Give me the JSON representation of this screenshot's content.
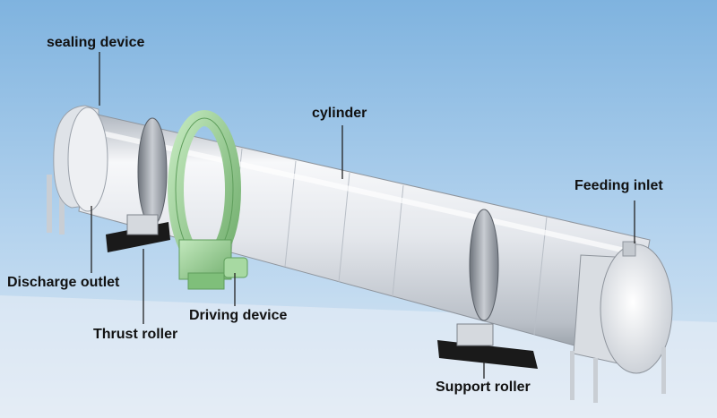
{
  "labels": {
    "sealing_device": "sealing device",
    "cylinder": "cylinder",
    "feeding_inlet": "Feeding inlet",
    "discharge_outlet": "Discharge outlet",
    "thrust_roller": "Thrust roller",
    "driving_device": "Driving device",
    "support_roller": "Support roller"
  },
  "colors": {
    "background_top": "#9fc7e6",
    "background_bottom": "#cfe3f3",
    "floor": "#e6edf3",
    "cylinder_light": "#f6f7f9",
    "cylinder_mid": "#d7dbe1",
    "cylinder_dark": "#9ea5af",
    "gear": "#9fd39a",
    "gear_dark": "#5f9e5c",
    "base": "#1a1a1a",
    "leader": "#222222"
  }
}
